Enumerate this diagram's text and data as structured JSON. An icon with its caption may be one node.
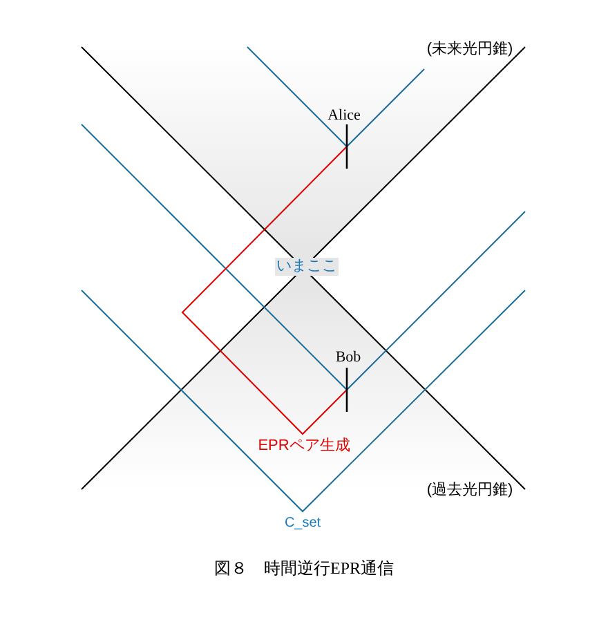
{
  "diagram": {
    "caption": "図８　時間逆行EPR通信",
    "labels": [
      "(未来光円錐)",
      "Alice",
      "いまここ",
      "Bob",
      "EPRペア生成",
      "(過去光円錐)",
      "C_set"
    ]
  }
}
